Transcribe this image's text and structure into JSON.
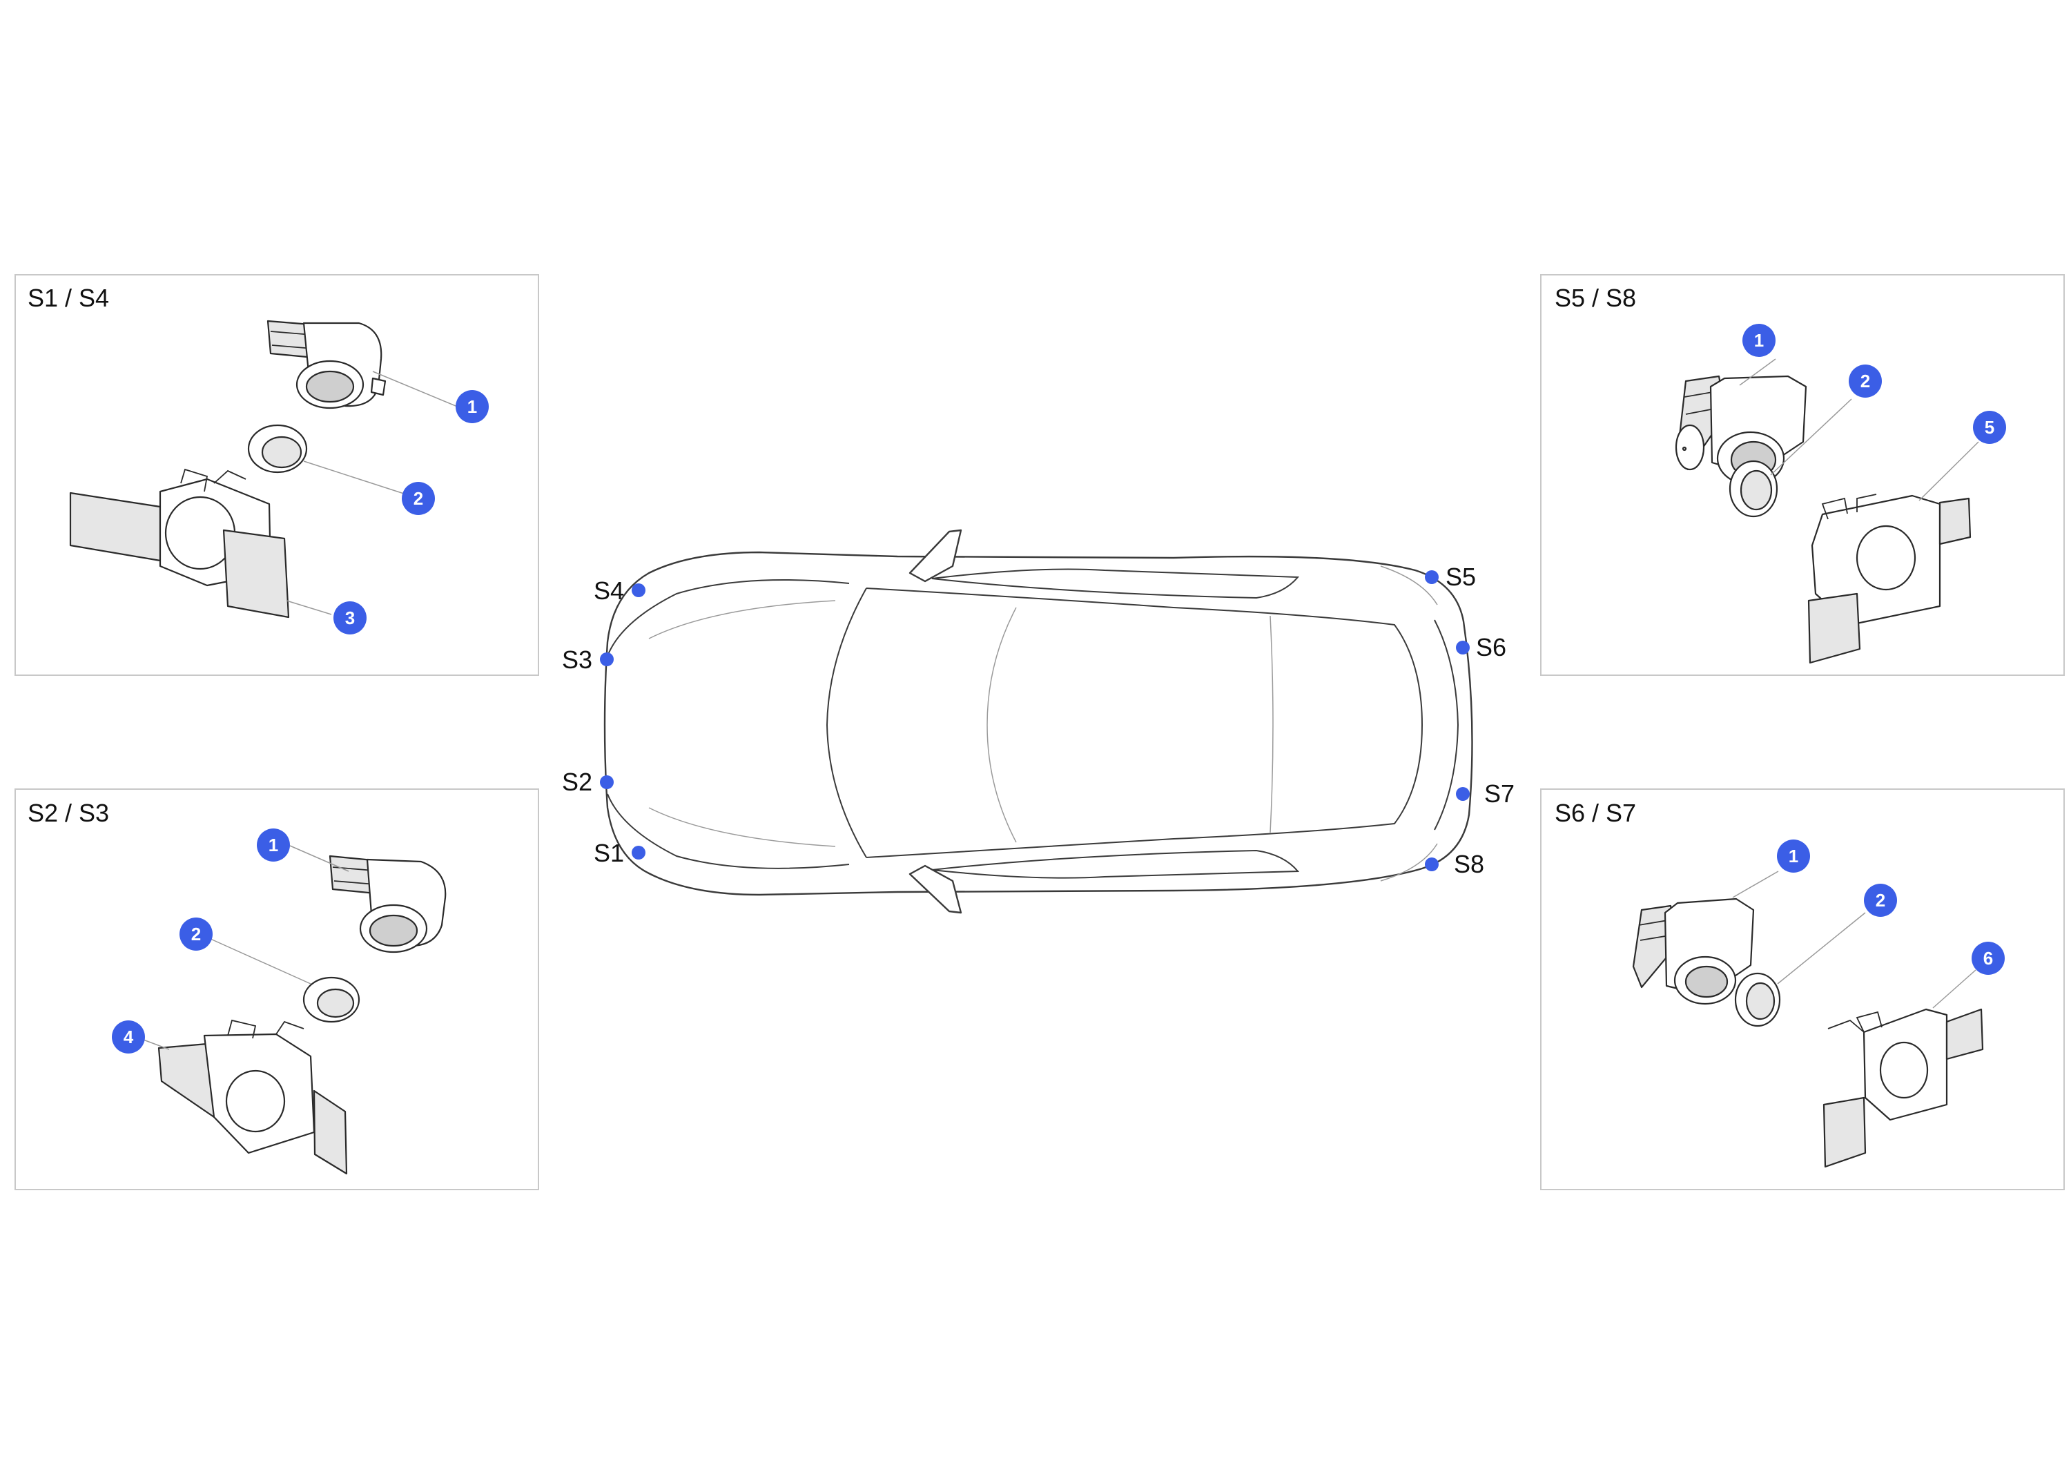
{
  "panels": [
    {
      "title": "S1 / S4",
      "callouts": [
        "1",
        "2",
        "3"
      ]
    },
    {
      "title": "S2 / S3",
      "callouts": [
        "1",
        "2",
        "4"
      ]
    },
    {
      "title": "S5 / S8",
      "callouts": [
        "1",
        "2",
        "5"
      ]
    },
    {
      "title": "S6 / S7",
      "callouts": [
        "1",
        "2",
        "6"
      ]
    }
  ],
  "sensors": [
    "S1",
    "S2",
    "S3",
    "S4",
    "S5",
    "S6",
    "S7",
    "S8"
  ],
  "colors": {
    "accent": "#3b5ee6",
    "panel_border": "#c8c8c8"
  }
}
